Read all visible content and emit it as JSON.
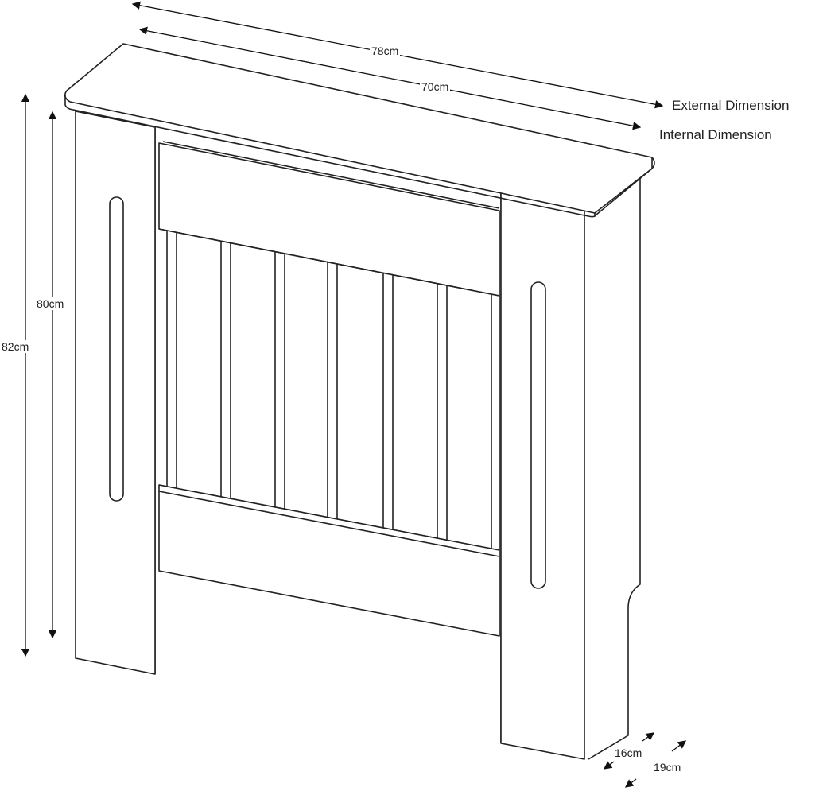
{
  "dimensions": {
    "external_width": "78cm",
    "internal_width": "70cm",
    "external_height": "82cm",
    "internal_height": "80cm",
    "internal_depth": "16cm",
    "external_depth": "19cm"
  },
  "legend": {
    "external": "External Dimension",
    "internal": "Internal Dimension"
  }
}
